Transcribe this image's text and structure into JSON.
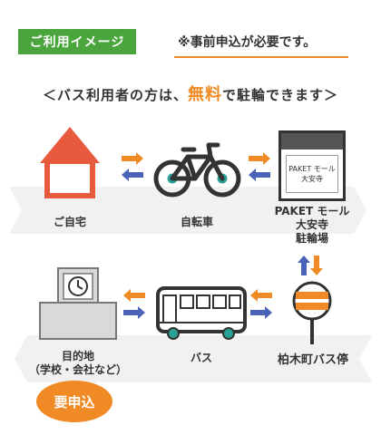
{
  "header": {
    "tag_label": "ご利用イメージ",
    "notice": "※事前申込が必要です。"
  },
  "headline": {
    "before": "＜バス利用者の方は、",
    "highlight": "無料",
    "after": "で駐輪できます＞"
  },
  "nodes": {
    "home": "ご自宅",
    "bicycle": "自転車",
    "parking": {
      "line1": "PAKET モール",
      "line2": "大安寺",
      "line3": "駐輪場"
    },
    "station_sign": {
      "line1": "PAKET モール",
      "line2": "大安寺"
    },
    "destination": {
      "line1": "目的地",
      "line2": "（学校・会社など）"
    },
    "bus": "バス",
    "bus_stop": "柏木町バス停"
  },
  "badge": "要申込",
  "colors": {
    "green": "#4aa53c",
    "orange": "#f08a24",
    "blue": "#4a63b8",
    "teal": "#2aa198",
    "band": "#f1f1f1",
    "building": "#d9d9d9"
  }
}
